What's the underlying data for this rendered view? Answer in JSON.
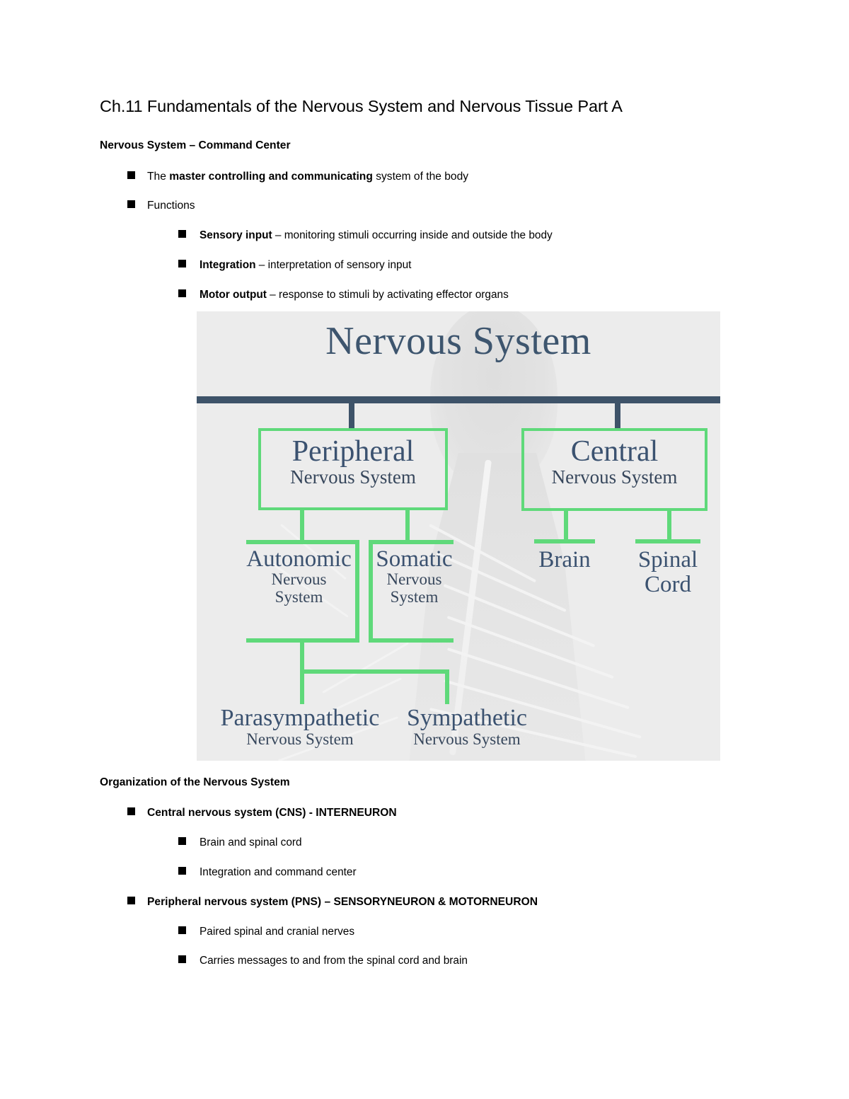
{
  "document": {
    "title": "Ch.11 Fundamentals of the Nervous System and Nervous Tissue Part A",
    "section1": {
      "heading": "Nervous System – Command Center",
      "bullets": [
        {
          "bold_prefix": "",
          "bold": "",
          "text_before": "The ",
          "bold_mid": "master controlling and communicating",
          "text_after": " system of the body"
        },
        {
          "plain": "Functions"
        }
      ],
      "sub_bullets": [
        {
          "bold": "Sensory input",
          "rest": " – monitoring stimuli occurring inside and outside the body"
        },
        {
          "bold": "Integration",
          "rest": " – interpretation of sensory input"
        },
        {
          "bold": "Motor output",
          "rest": " – response to stimuli by activating effector organs"
        }
      ]
    },
    "section2": {
      "heading": "Organization of the Nervous System",
      "cns": {
        "label": "Central nervous system (CNS) - INTERNEURON",
        "items": [
          "Brain and spinal cord",
          "Integration and command center"
        ]
      },
      "pns": {
        "label": "Peripheral nervous system (PNS) – SENSORYNEURON & MOTORNEURON",
        "items": [
          "Paired spinal and cranial nerves",
          "Carries messages to and from the spinal cord and brain"
        ]
      }
    }
  },
  "diagram": {
    "title": "Nervous System",
    "colors": {
      "navy": "#3e5369",
      "green": "#5fd97a",
      "text_navy": "#3b5270",
      "background": "#ececec"
    },
    "nodes": {
      "peripheral": {
        "big": "Peripheral",
        "small": "Nervous System"
      },
      "central": {
        "big": "Central",
        "small": "Nervous System"
      },
      "autonomic": {
        "big": "Autonomic",
        "small_line1": "Nervous",
        "small_line2": "System"
      },
      "somatic": {
        "big": "Somatic",
        "small_line1": "Nervous",
        "small_line2": "System"
      },
      "brain": {
        "big": "Brain"
      },
      "spinal_cord": {
        "big_line1": "Spinal",
        "big_line2": "Cord"
      },
      "parasympathetic": {
        "big": "Parasympathetic",
        "small": "Nervous System"
      },
      "sympathetic": {
        "big": "Sympathetic",
        "small": "Nervous System"
      }
    }
  }
}
